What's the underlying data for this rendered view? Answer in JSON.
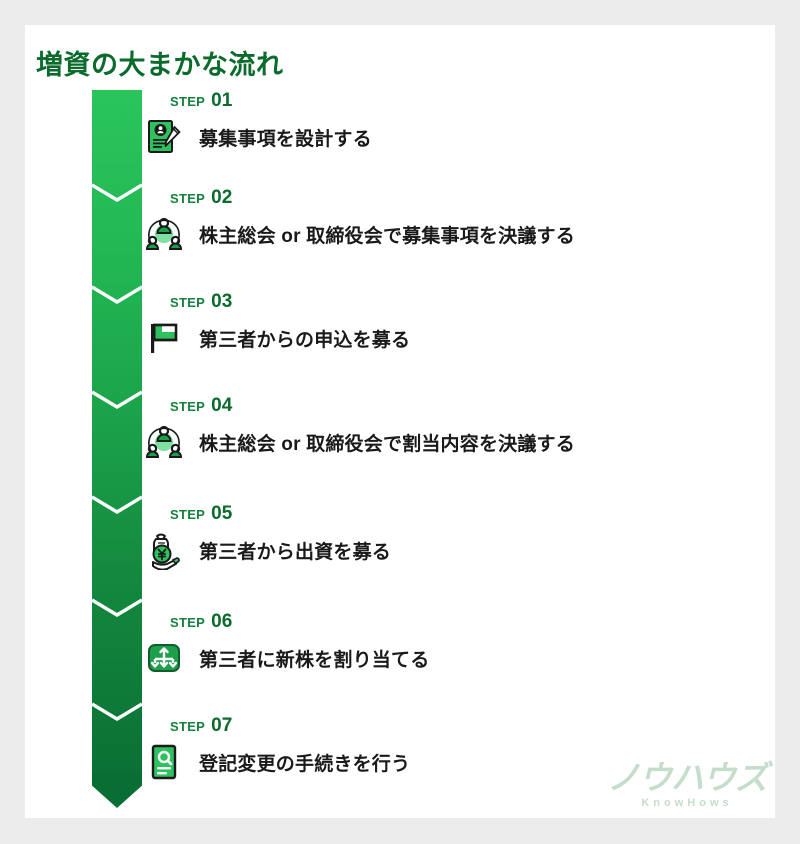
{
  "page": {
    "title": "増資の大まかな流れ",
    "background_color": "#ececec",
    "card_color": "#ffffff",
    "accent_green_light": "#2ac45c",
    "accent_green_dark": "#096e33",
    "title_color": "#0b6b2c"
  },
  "steps": [
    {
      "label": "STEP",
      "number": "01",
      "text": "募集事項を設計する",
      "icon": "document-person-pencil-icon"
    },
    {
      "label": "STEP",
      "number": "02",
      "text": "株主総会 or 取締役会で募集事項を決議する",
      "icon": "meeting-people-icon"
    },
    {
      "label": "STEP",
      "number": "03",
      "text": "第三者からの申込を募る",
      "icon": "flag-icon"
    },
    {
      "label": "STEP",
      "number": "04",
      "text": "株主総会 or 取締役会で割当内容を決議する",
      "icon": "meeting-people-icon"
    },
    {
      "label": "STEP",
      "number": "05",
      "text": "第三者から出資を募る",
      "icon": "money-bag-hand-icon"
    },
    {
      "label": "STEP",
      "number": "06",
      "text": "第三者に新株を割り当てる",
      "icon": "distribute-share-icon"
    },
    {
      "label": "STEP",
      "number": "07",
      "text": "登記変更の手続きを行う",
      "icon": "document-search-icon"
    }
  ],
  "logo": {
    "japanese": "ノウハウズ",
    "english": "KnowHows",
    "color": "#c5ddcb"
  }
}
